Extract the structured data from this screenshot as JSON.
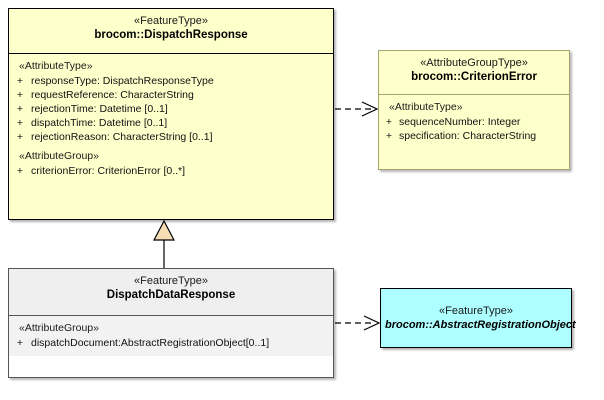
{
  "diagram": {
    "kind": "uml-class-diagram",
    "colors": {
      "featuretype_fill": "#FFFFCC",
      "attributegrouptype_fill": "#FFFFCC",
      "plain_header_fill": "#EFEFEF",
      "plain_body_fill": "#F2F2F2",
      "abstract_fill": "#AEFFFF",
      "border_black": "#000000",
      "border_tan": "#A3A375",
      "generalization_fill": "#F5DEB3"
    }
  },
  "classes": {
    "dispatch_response": {
      "stereotype": "«FeatureType»",
      "name": "brocom::DispatchResponse",
      "groups": [
        {
          "label": "«AttributeType»",
          "attributes": [
            {
              "visibility": "+",
              "text": "responseType: DispatchResponseType"
            },
            {
              "visibility": "+",
              "text": "requestReference: CharacterString"
            },
            {
              "visibility": "+",
              "text": "rejectionTime: Datetime [0..1]"
            },
            {
              "visibility": "+",
              "text": "dispatchTime: Datetime [0..1]"
            },
            {
              "visibility": "+",
              "text": "rejectionReason: CharacterString [0..1]"
            }
          ]
        },
        {
          "label": "«AttributeGroup»",
          "attributes": [
            {
              "visibility": "+",
              "text": "criterionError: CriterionError [0..*]"
            }
          ]
        }
      ]
    },
    "criterion_error": {
      "stereotype": "«AttributeGroupType»",
      "name": "brocom::CriterionError",
      "groups": [
        {
          "label": "«AttributeType»",
          "attributes": [
            {
              "visibility": "+",
              "text": "sequenceNumber: Integer"
            },
            {
              "visibility": "+",
              "text": "specification: CharacterString"
            }
          ]
        }
      ]
    },
    "dispatch_data_response": {
      "stereotype": "«FeatureType»",
      "name": "DispatchDataResponse",
      "groups": [
        {
          "label": "«AttributeGroup»",
          "attributes": [
            {
              "visibility": "+",
              "text": "dispatchDocument:AbstractRegistrationObject[0..1]"
            }
          ]
        }
      ]
    },
    "abstract_registration_object": {
      "stereotype": "«FeatureType»",
      "name": "brocom::AbstractRegistrationObject"
    }
  },
  "connectors": [
    {
      "name": "dependency-dispatchresponse-to-criterionerror",
      "type": "dependency",
      "style": "dashed-open-arrow"
    },
    {
      "name": "dependency-dispatchdataresponse-to-abstractregistrationobject",
      "type": "dependency",
      "style": "dashed-open-arrow"
    },
    {
      "name": "generalization-dispatchdataresponse-to-dispatchresponse",
      "type": "generalization",
      "style": "solid-hollow-triangle"
    }
  ]
}
